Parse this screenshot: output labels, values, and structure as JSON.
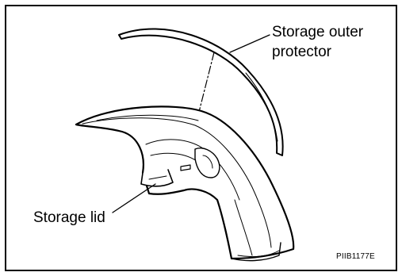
{
  "labels": {
    "outer_protector_line1": "Storage outer",
    "outer_protector_line2": "protector",
    "storage_lid": "Storage lid"
  },
  "figure_id": "PIIB1177E",
  "colors": {
    "line": "#000000",
    "background": "#ffffff"
  }
}
